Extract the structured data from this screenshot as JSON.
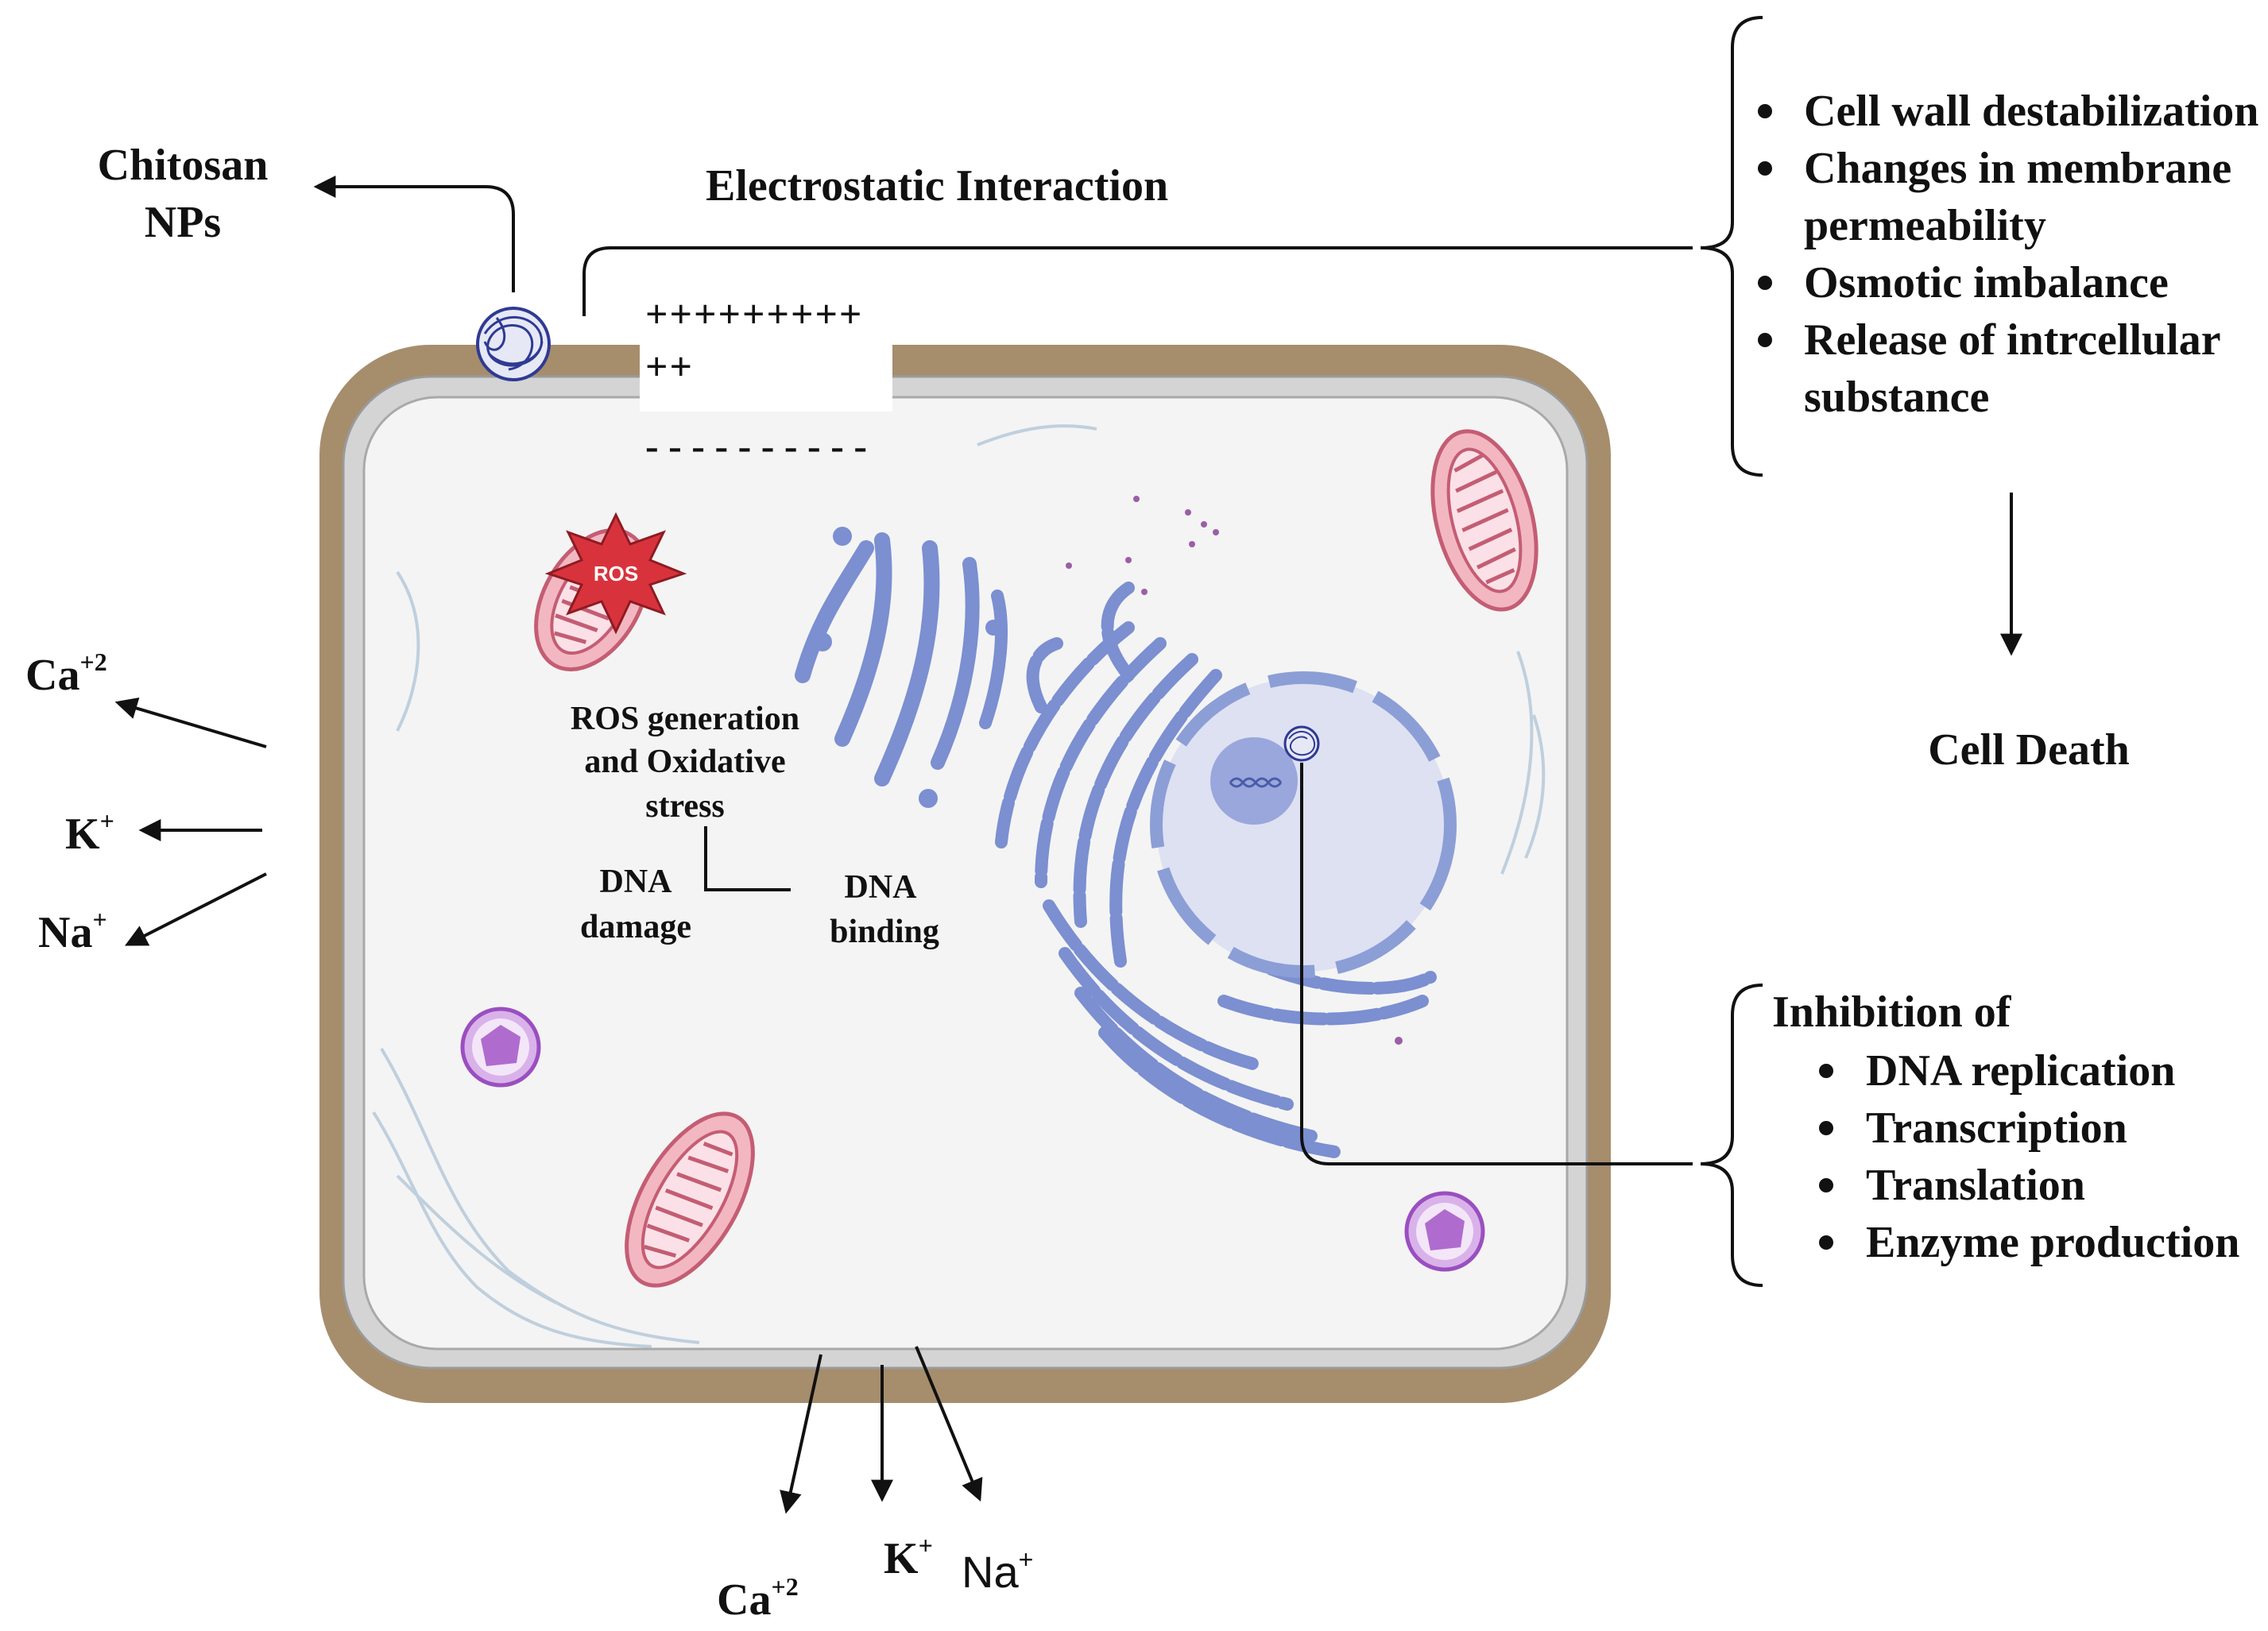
{
  "colors": {
    "cell_wall": "#a68d6c",
    "membrane_outer": "#c9c9c9",
    "cytoplasm": "#f4f4f4",
    "golgi_er": "#7b8fd1",
    "nucleus": "#dde1f2",
    "nucleus_border": "#8c9ed6",
    "nucleolus": "#9aa7dc",
    "mitochondria": "#e48e9e",
    "ros_burst": "#d8333c",
    "vesicle": "#b776d3",
    "arrow": "#111111"
  },
  "labels": {
    "chitosan": [
      "Chitosan",
      "NPs"
    ],
    "electrostatic": "Electrostatic Interaction",
    "charges_pos_1": "+++++++++",
    "charges_pos_2": "++",
    "charges_neg": "- - - - - - - - - -",
    "ros_badge": "ROS",
    "ros_generation": [
      "ROS generation",
      "and Oxidative",
      "stress"
    ],
    "dna_damage": [
      "DNA",
      "damage"
    ],
    "dna_binding": [
      "DNA",
      "binding"
    ],
    "cell_death": "Cell Death"
  },
  "effects": {
    "items": [
      "Cell wall destabilization",
      "Changes in membrane",
      "permeability",
      "Osmotic imbalance",
      "Release of intrcellular",
      "substance"
    ]
  },
  "inhibition": {
    "title": "Inhibition of",
    "items": [
      "DNA replication",
      "Transcription",
      "Translation",
      "Enzyme production"
    ]
  },
  "ions_left": {
    "ca": "Ca",
    "ca_sup": "+2",
    "k": "K",
    "k_sup": "+",
    "na": "Na",
    "na_sup": "+"
  },
  "ions_bottom": {
    "ca": "Ca",
    "ca_sup": "+2",
    "k": "K",
    "k_sup": "+",
    "na": "Na",
    "na_sup": "+"
  }
}
